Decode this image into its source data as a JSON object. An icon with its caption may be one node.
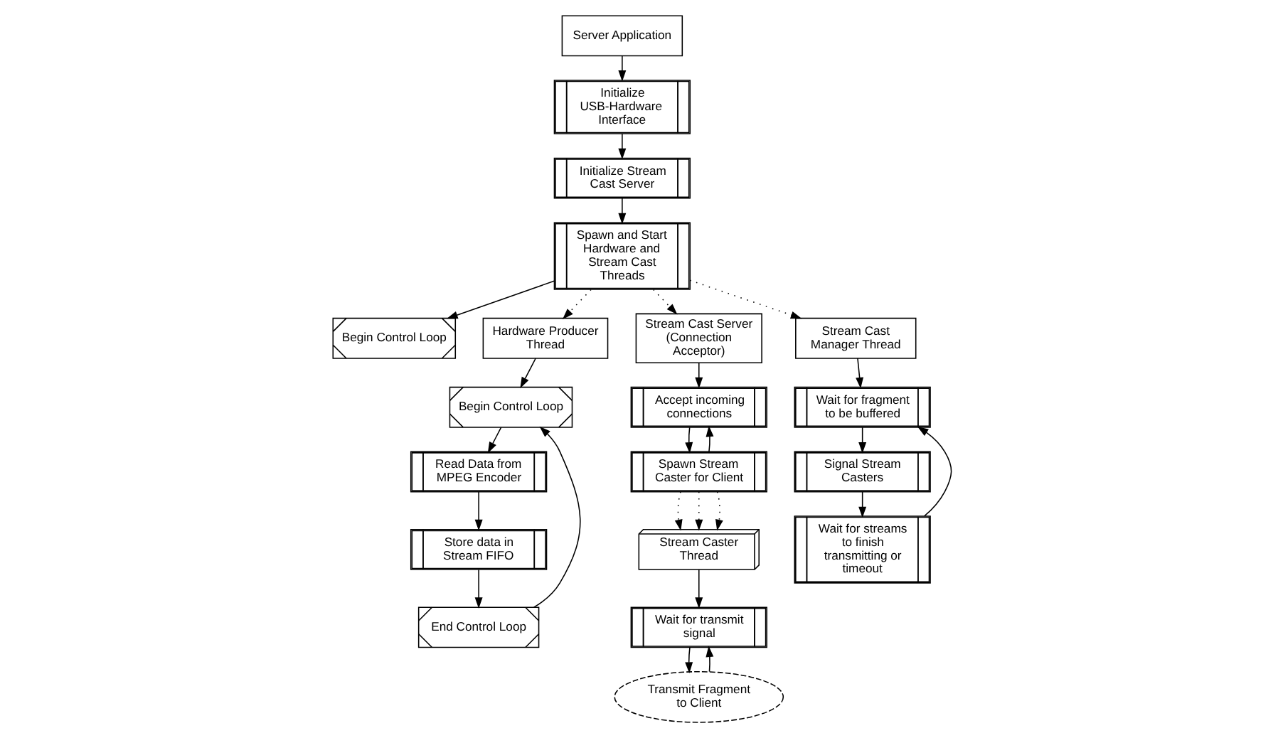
{
  "diagram": {
    "nodes": [
      {
        "text": [
          "Server Application"
        ]
      },
      {
        "text": [
          "Initialize USB-Hardware Interface"
        ]
      },
      {
        "text": [
          "Initialize Stream Cast Server"
        ]
      },
      {
        "text": [
          "Spawn and Start Hardware and Stream Cast Threads"
        ]
      },
      {
        "text": [
          "Begin Control Loop"
        ]
      },
      {
        "text": [
          "Hardware Producer Thread"
        ]
      },
      {
        "text": [
          "Begin Control Loop"
        ]
      },
      {
        "text": [
          "Read Data from MPEG Encoder"
        ]
      },
      {
        "text": [
          "Store data in Stream FIFO"
        ]
      },
      {
        "text": [
          "End Control Loop"
        ]
      },
      {
        "text": [
          "Stream Cast Server (Connection Acceptor)"
        ]
      },
      {
        "text": [
          "Accept incoming connections"
        ]
      },
      {
        "text": [
          "Spawn Stream Caster for Client"
        ]
      },
      {
        "text": [
          "Stream Caster Thread"
        ]
      },
      {
        "text": [
          "Wait for transmit signal"
        ]
      },
      {
        "text": [
          "Transmit Fragment to Client"
        ]
      },
      {
        "text": [
          "Stream Cast Manager Thread"
        ]
      },
      {
        "text": [
          "Wait for fragment to be buffered"
        ]
      },
      {
        "text": [
          "Signal Stream Casters"
        ]
      },
      {
        "text": [
          "Wait for streams to finish transmitting or timeout"
        ]
      }
    ],
    "edges": [
      {
        "from": 0,
        "to": 1,
        "arrow": "to"
      },
      {
        "from": 1,
        "to": 2,
        "arrow": "to"
      },
      {
        "from": 2,
        "to": 3,
        "arrow": "to"
      },
      {
        "from": 3,
        "to": 4,
        "arrow": "to"
      },
      {
        "from": 3,
        "to": 5,
        "arrow": "to",
        "style": "dashed"
      },
      {
        "from": 3,
        "to": 10,
        "arrow": "to",
        "style": "dashed"
      },
      {
        "from": 3,
        "to": 16,
        "arrow": "to",
        "style": "dashed"
      },
      {
        "from": 5,
        "to": 6,
        "arrow": "to"
      },
      {
        "from": 6,
        "to": 7,
        "arrow": "to"
      },
      {
        "from": 7,
        "to": 8,
        "arrow": "to"
      },
      {
        "from": 8,
        "to": 9,
        "arrow": "to"
      },
      {
        "from": 9,
        "to": 6,
        "arrow": "to"
      },
      {
        "from": 10,
        "to": 11,
        "arrow": "to"
      },
      {
        "from": 11,
        "to": 12,
        "arrow": "to"
      },
      {
        "from": 12,
        "to": 11,
        "arrow": "to"
      },
      {
        "from": 12,
        "to": 13,
        "arrow": "to",
        "style": "dashed"
      },
      {
        "from": 12,
        "to": 13,
        "arrow": "to",
        "style": "dashed"
      },
      {
        "from": 12,
        "to": 13,
        "arrow": "to",
        "style": "dashed"
      },
      {
        "from": 13,
        "to": 14,
        "arrow": "to"
      },
      {
        "from": 14,
        "to": 15,
        "arrow": "to"
      },
      {
        "from": 15,
        "to": 14,
        "arrow": "to"
      },
      {
        "from": 16,
        "to": 17,
        "arrow": "to"
      },
      {
        "from": 17,
        "to": 18,
        "arrow": "to"
      },
      {
        "from": 18,
        "to": 19,
        "arrow": "to"
      },
      {
        "from": 19,
        "to": 17,
        "arrow": "to"
      }
    ]
  }
}
